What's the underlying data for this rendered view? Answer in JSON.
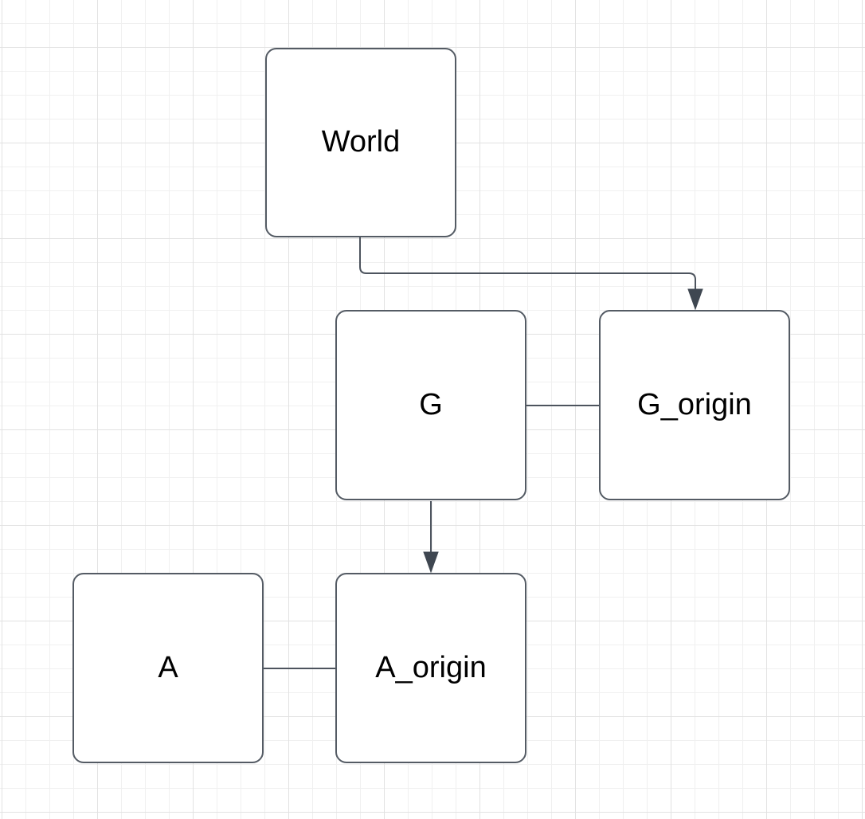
{
  "diagram": {
    "type": "node-link diagram on gridded whiteboard canvas",
    "nodes": [
      {
        "id": "world",
        "label": "World"
      },
      {
        "id": "g",
        "label": "G"
      },
      {
        "id": "g_origin",
        "label": "G_origin"
      },
      {
        "id": "a",
        "label": "A"
      },
      {
        "id": "a_origin",
        "label": "A_origin"
      }
    ],
    "edges": [
      {
        "from": "World",
        "to": "G_origin",
        "style": "orthogonal",
        "arrowhead": "filled-triangle-at-target"
      },
      {
        "from": "G",
        "to": "G_origin",
        "style": "straight",
        "arrowhead": "none"
      },
      {
        "from": "G",
        "to": "A_origin",
        "style": "straight",
        "arrowhead": "filled-triangle-at-target"
      },
      {
        "from": "A",
        "to": "A_origin",
        "style": "straight",
        "arrowhead": "none"
      }
    ],
    "colors": {
      "node_fill": "#ffffff",
      "node_border": "#545b64",
      "edge_stroke": "#4d545e",
      "text": "#000000",
      "grid_minor": "#f0f0f0",
      "grid_major": "#e2e2e2",
      "background": "#ffffff"
    }
  }
}
